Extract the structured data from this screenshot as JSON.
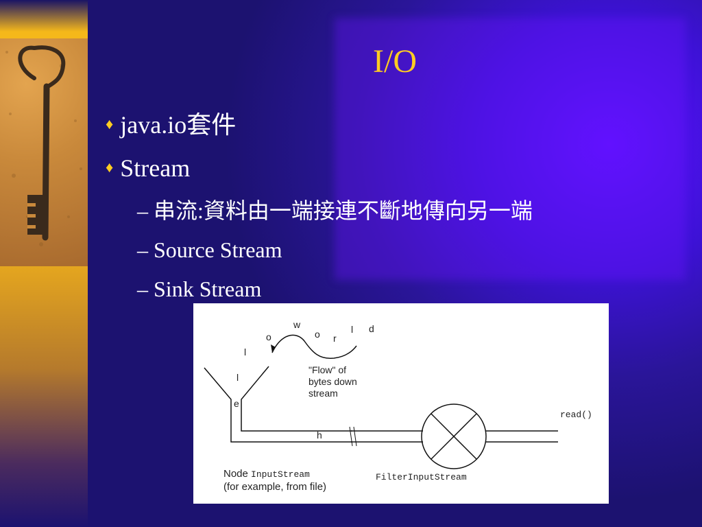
{
  "slide": {
    "title": "I/O",
    "bullets": [
      {
        "text": "java.io套件"
      },
      {
        "text": "Stream"
      }
    ],
    "subbullets": [
      {
        "dash": "–",
        "text": "串流:資料由一端接連不斷地傳向另一端"
      },
      {
        "dash": "–",
        "text": "Source Stream"
      },
      {
        "dash": "–",
        "text": "Sink Stream"
      }
    ],
    "bullet_symbol": "♦"
  },
  "diagram": {
    "letters": [
      "w",
      "o",
      "l",
      "d",
      "o",
      "r",
      "l",
      "l",
      "e",
      "h"
    ],
    "flow_label": [
      "\"Flow\" of",
      "bytes down",
      "stream"
    ],
    "read_label": "read()",
    "node_label_prefix": "Node ",
    "node_label_class": "InputStream",
    "node_label_note": "(for example, from file)",
    "filter_label": "FilterInputStream"
  },
  "colors": {
    "title": "#ffcc22",
    "bullet_symbol": "#ffcc22",
    "text": "#ffffff",
    "background": "#2a1599"
  },
  "icons": [
    "key-photo"
  ]
}
